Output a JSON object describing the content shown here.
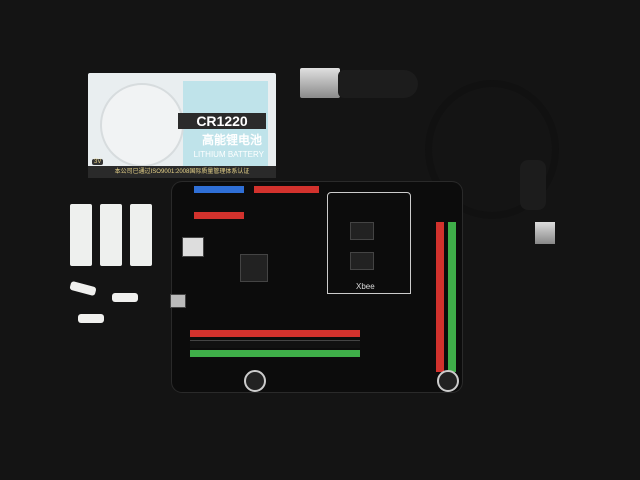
{
  "scene": {
    "description_items": [
      "coin-battery-card",
      "nylon-spacers",
      "nylon-screws",
      "expansion-shield-board",
      "usb-cable"
    ],
    "battery_card": {
      "model": "CR1220",
      "chinese_title": "高能锂电池",
      "english_title": "LITHIUM BATTERY",
      "voltage": "3V",
      "footer": "本公司已通过ISO9001:2008国际质量管理体系认证"
    },
    "board": {
      "xbee_label": "Xbee"
    },
    "colors": {
      "background": "#141414",
      "board": "#0c0c0c",
      "header_red": "#d2322d",
      "header_green": "#3fae49",
      "header_blue": "#2f6fd6"
    }
  }
}
